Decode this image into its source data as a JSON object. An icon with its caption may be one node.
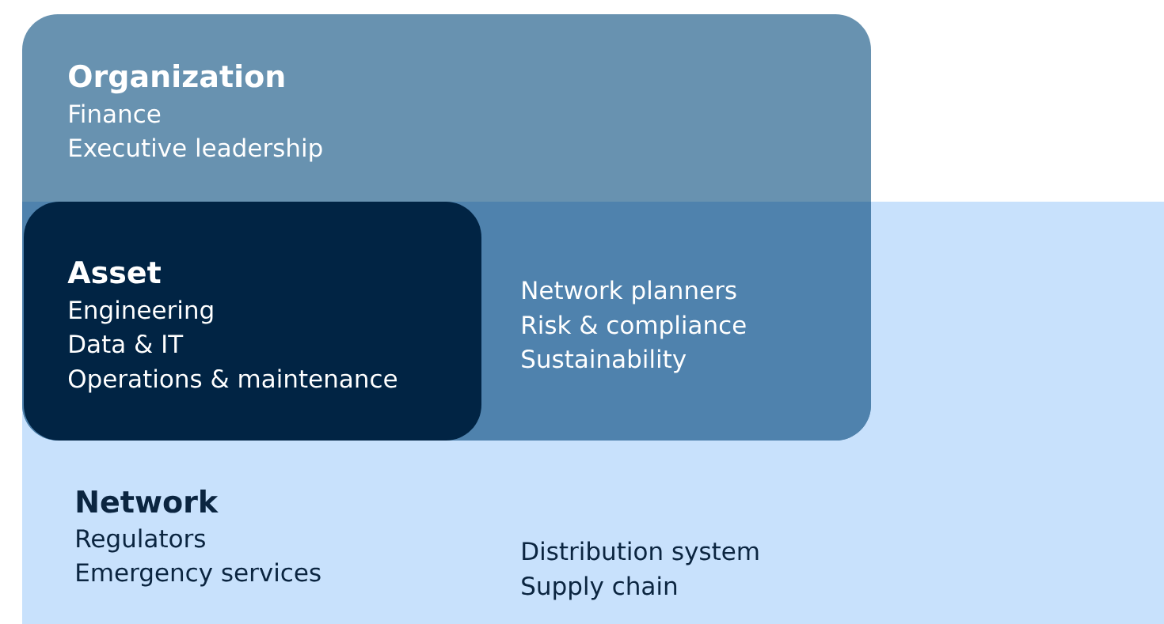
{
  "diagram": {
    "nodes": [
      {
        "text": [
          "Organization",
          "Finance",
          "Executive leadership"
        ]
      },
      {
        "text": [
          "Network",
          "Regulators",
          "Emergency services",
          "Distribution system",
          "Supply chain"
        ]
      },
      {
        "text": [
          "Asset",
          "Engineering",
          "Data & IT",
          "Operations & maintenance"
        ]
      }
    ],
    "labels": [
      "Network planners",
      "Risk & compliance",
      "Sustainability"
    ]
  }
}
